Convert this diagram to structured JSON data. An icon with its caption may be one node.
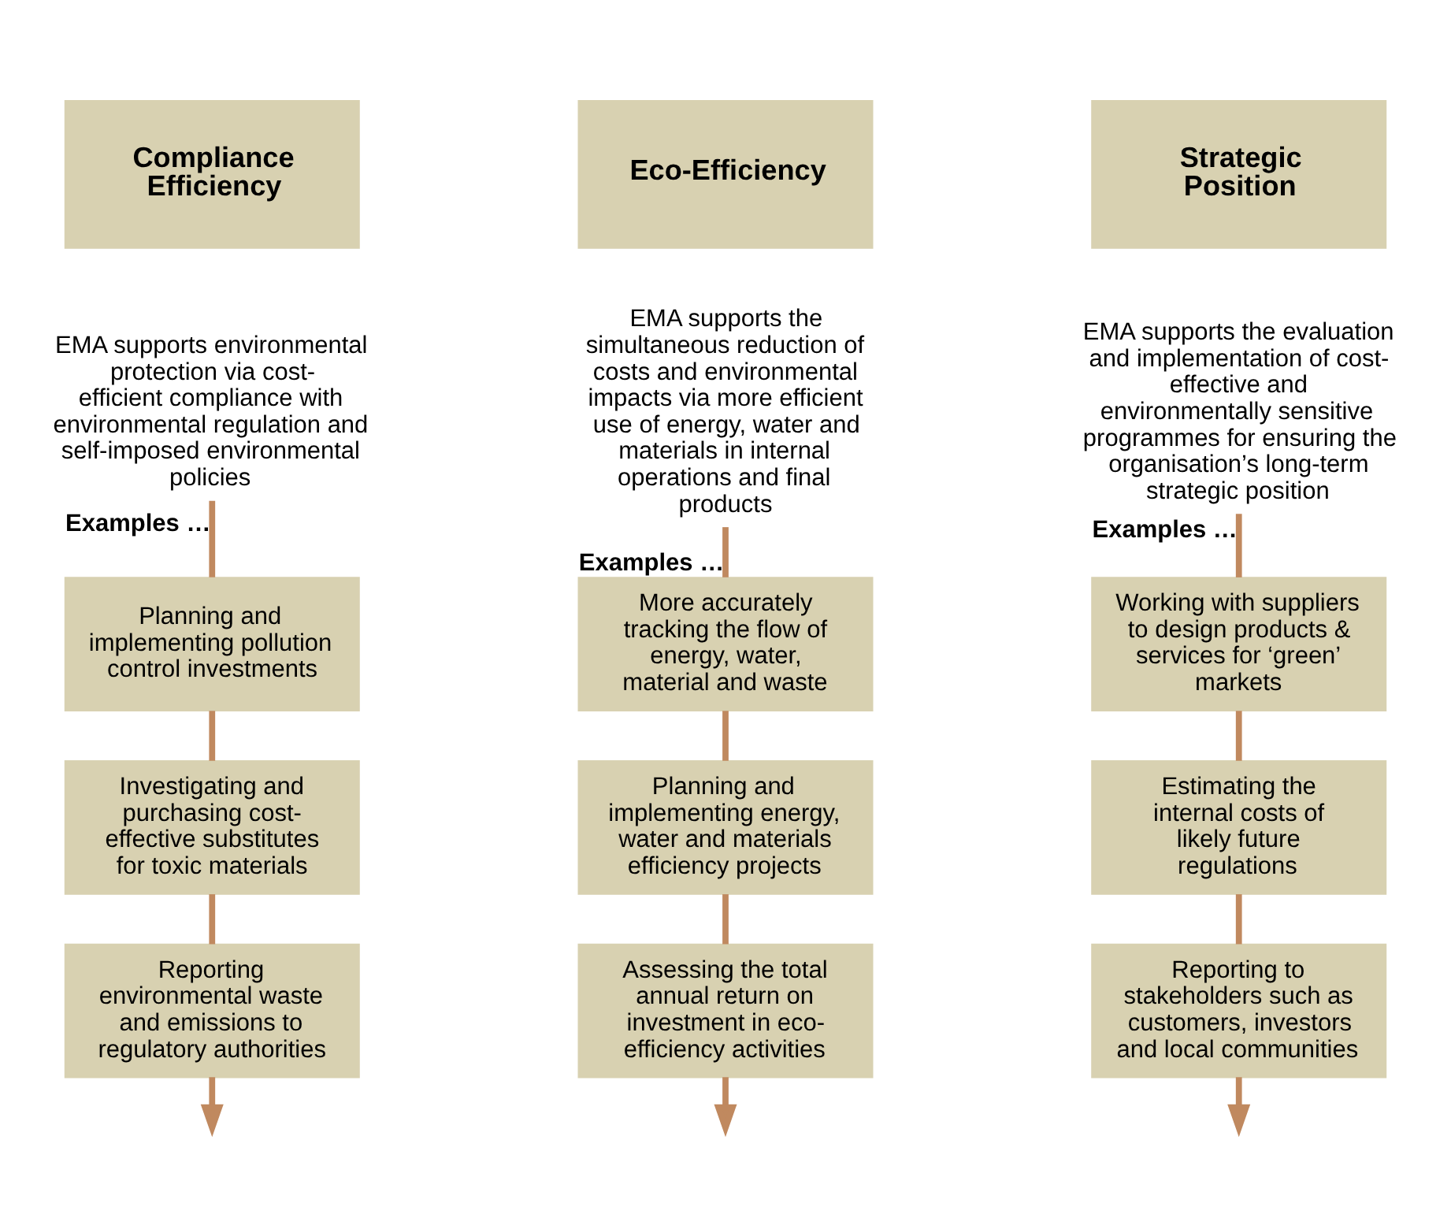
{
  "diagram": {
    "nodes": [
      {
        "text": [
          "Compliance Efficiency"
        ]
      },
      {
        "text": [
          "EMA supports environmental protection via cost-efficient compliance with environmental regulation and self-imposed environmental policies"
        ]
      },
      {
        "text": [
          "Planning and implementing pollution control investments"
        ]
      },
      {
        "text": [
          "Investigating and purchasing cost-effective substitutes for toxic materials"
        ]
      },
      {
        "text": [
          "Reporting environmental waste and emissions to regulatory authorities"
        ]
      },
      {
        "text": [
          "Eco-Efficiency"
        ]
      },
      {
        "text": [
          "EMA supports the simultaneous reduction of costs and environmental impacts via more efficient use of energy, water and materials in internal operations and final products"
        ]
      },
      {
        "text": [
          "More accurately tracking the flow of energy, water, material and waste"
        ]
      },
      {
        "text": [
          "Planning and implementing energy, water and materials efficiency projects"
        ]
      },
      {
        "text": [
          "Assessing the total annual return on investment in eco-efficiency activities"
        ]
      },
      {
        "text": [
          "Strategic Position"
        ]
      },
      {
        "text": [
          "EMA supports the evaluation and implementation of cost-effective and environmentally sensitive programmes for ensuring the organisation’s long-term strategic position"
        ]
      },
      {
        "text": [
          "Working with suppliers to design products & services for ‘green’ markets"
        ]
      },
      {
        "text": [
          "Estimating the internal costs of likely future regulations"
        ]
      },
      {
        "text": [
          "Reporting to stakeholders such as customers, investors and local communities"
        ]
      }
    ],
    "edges": [
      {
        "from": 1,
        "to": 2,
        "arrow": "none",
        "label": "Examples …"
      },
      {
        "from": 2,
        "to": 3,
        "arrow": "none"
      },
      {
        "from": 3,
        "to": 4,
        "arrow": "none"
      },
      {
        "from": 4,
        "to": null,
        "arrow": "to"
      },
      {
        "from": 6,
        "to": 7,
        "arrow": "none",
        "label": "Examples …"
      },
      {
        "from": 7,
        "to": 8,
        "arrow": "none"
      },
      {
        "from": 8,
        "to": 9,
        "arrow": "none"
      },
      {
        "from": 9,
        "to": null,
        "arrow": "to"
      },
      {
        "from": 11,
        "to": 12,
        "arrow": "none",
        "label": "Examples …"
      },
      {
        "from": 12,
        "to": 13,
        "arrow": "none"
      },
      {
        "from": 13,
        "to": 14,
        "arrow": "none"
      },
      {
        "from": 14,
        "to": null,
        "arrow": "to"
      }
    ]
  }
}
